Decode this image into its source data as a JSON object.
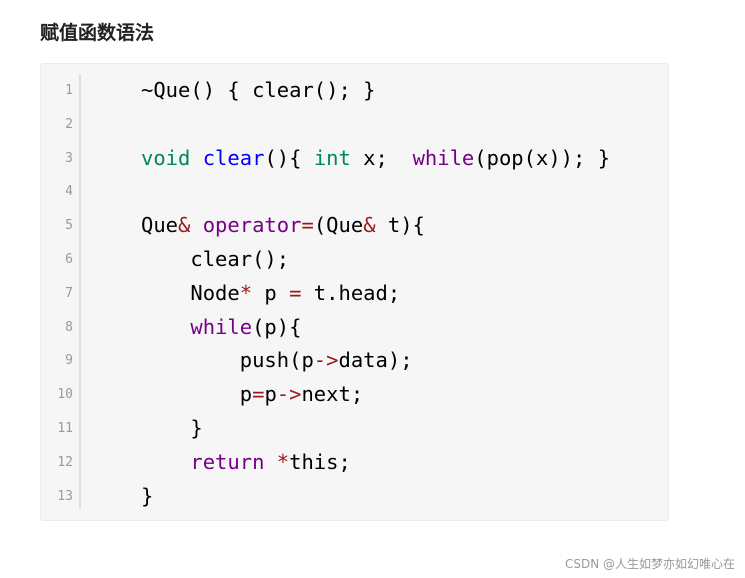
{
  "heading": "赋值函数语法",
  "watermark": "CSDN @人生如梦亦如幻唯心在",
  "colors": {
    "keyword": "#008855",
    "function": "#0000ff",
    "control": "#770088",
    "operator": "#981a1a",
    "plain": "#000000",
    "line_number": "#999999",
    "background": "#f6f6f6"
  },
  "code": {
    "line_numbers": [
      "1",
      "2",
      "3",
      "4",
      "5",
      "6",
      "7",
      "8",
      "9",
      "10",
      "11",
      "12",
      "13"
    ],
    "lines": [
      [
        {
          "t": "~Que() { clear(); }",
          "c": "plain"
        }
      ],
      [],
      [
        {
          "t": "void",
          "c": "keyword"
        },
        {
          "t": " ",
          "c": "plain"
        },
        {
          "t": "clear",
          "c": "function"
        },
        {
          "t": "(){ ",
          "c": "plain"
        },
        {
          "t": "int",
          "c": "keyword"
        },
        {
          "t": " x;  ",
          "c": "plain"
        },
        {
          "t": "while",
          "c": "control"
        },
        {
          "t": "(pop(x)); }",
          "c": "plain"
        }
      ],
      [],
      [
        {
          "t": "Que",
          "c": "plain"
        },
        {
          "t": "&",
          "c": "operator"
        },
        {
          "t": " ",
          "c": "plain"
        },
        {
          "t": "operator",
          "c": "control"
        },
        {
          "t": "=",
          "c": "operator"
        },
        {
          "t": "(Que",
          "c": "plain"
        },
        {
          "t": "&",
          "c": "operator"
        },
        {
          "t": " t){",
          "c": "plain"
        }
      ],
      [
        {
          "t": "    clear();",
          "c": "plain"
        }
      ],
      [
        {
          "t": "    Node",
          "c": "plain"
        },
        {
          "t": "*",
          "c": "operator"
        },
        {
          "t": " p ",
          "c": "plain"
        },
        {
          "t": "=",
          "c": "operator"
        },
        {
          "t": " t.head;",
          "c": "plain"
        }
      ],
      [
        {
          "t": "    ",
          "c": "plain"
        },
        {
          "t": "while",
          "c": "control"
        },
        {
          "t": "(p){",
          "c": "plain"
        }
      ],
      [
        {
          "t": "        push(p",
          "c": "plain"
        },
        {
          "t": "->",
          "c": "operator"
        },
        {
          "t": "data);",
          "c": "plain"
        }
      ],
      [
        {
          "t": "        p",
          "c": "plain"
        },
        {
          "t": "=",
          "c": "operator"
        },
        {
          "t": "p",
          "c": "plain"
        },
        {
          "t": "->",
          "c": "operator"
        },
        {
          "t": "next;",
          "c": "plain"
        }
      ],
      [
        {
          "t": "    }",
          "c": "plain"
        }
      ],
      [
        {
          "t": "    ",
          "c": "plain"
        },
        {
          "t": "return",
          "c": "control"
        },
        {
          "t": " ",
          "c": "plain"
        },
        {
          "t": "*",
          "c": "operator"
        },
        {
          "t": "this;",
          "c": "plain"
        }
      ],
      [
        {
          "t": "}",
          "c": "plain"
        }
      ]
    ]
  }
}
